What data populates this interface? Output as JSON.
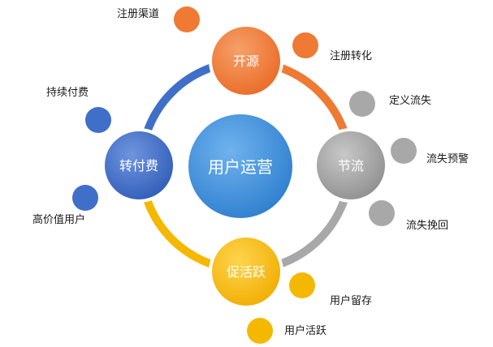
{
  "center": {
    "label": "用户运营",
    "color": "#3d8fd9"
  },
  "stages": {
    "kaiyuan": {
      "label": "开源",
      "color": "#ee7a33"
    },
    "jieliu": {
      "label": "节流",
      "color": "#9e9e9e"
    },
    "cuhuoyue": {
      "label": "促活跃",
      "color": "#f5b800"
    },
    "zhuanfufei": {
      "label": "转付费",
      "color": "#3f6fc8"
    }
  },
  "satellites": {
    "zhuce_qudao": "注册渠道",
    "zhuce_zhuanhua": "注册转化",
    "dingyi_liushi": "定义流失",
    "liushi_yujing": "流失预警",
    "liushi_wanhui": "流失挽回",
    "yonghu_liucun": "用户留存",
    "yonghu_huoyue": "用户活跃",
    "chixu_fufei": "持续付费",
    "gaojiazhi_yonghu": "高价值用户"
  }
}
